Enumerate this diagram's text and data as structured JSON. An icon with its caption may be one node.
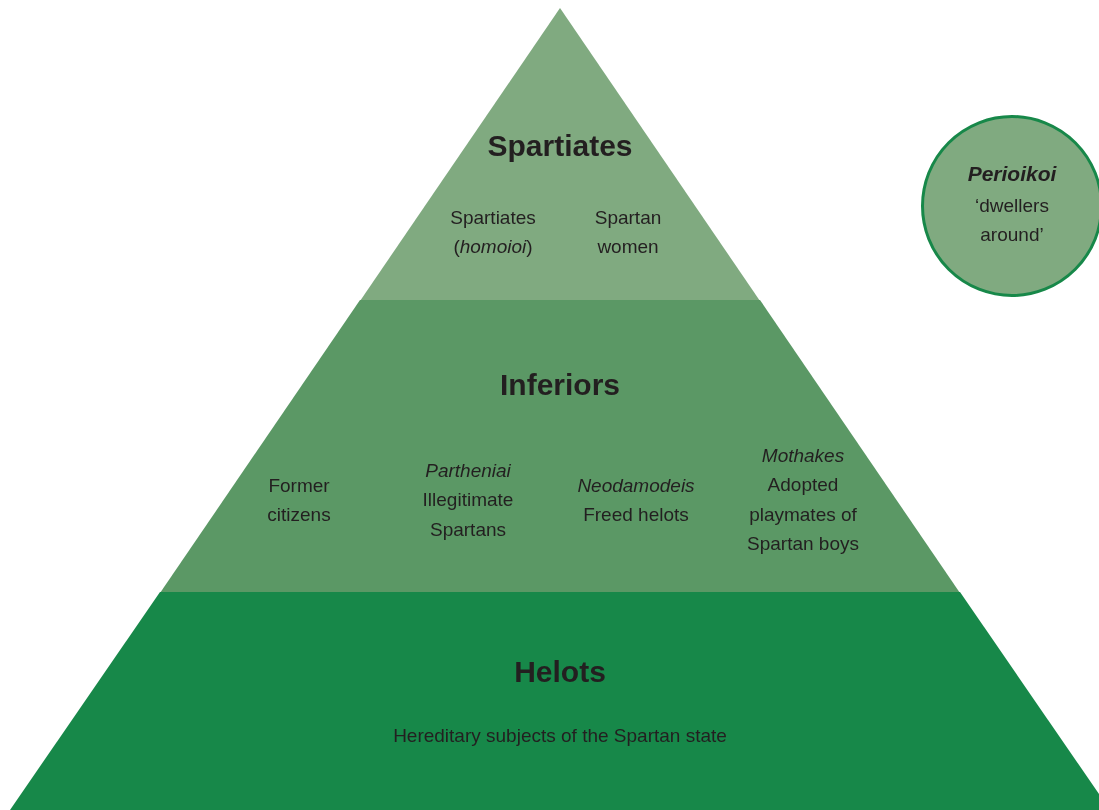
{
  "diagram": {
    "nodes": [
      {
        "text": [
          "Spartiates",
          "Spartiates (*homoioi*)",
          "Spartan women"
        ]
      },
      {
        "text": [
          "Inferiors",
          "Former citizens",
          "*Partheniai* Illegitimate Spartans",
          "*Neodamodeis* Freed helots",
          "*Mothakes* Adopted playmates of Spartan boys"
        ]
      },
      {
        "text": [
          "Helots",
          "Hereditary subjects of the Spartan state"
        ]
      },
      {
        "text": [
          "Perioikoi",
          "‘dwellers around’"
        ]
      }
    ]
  }
}
